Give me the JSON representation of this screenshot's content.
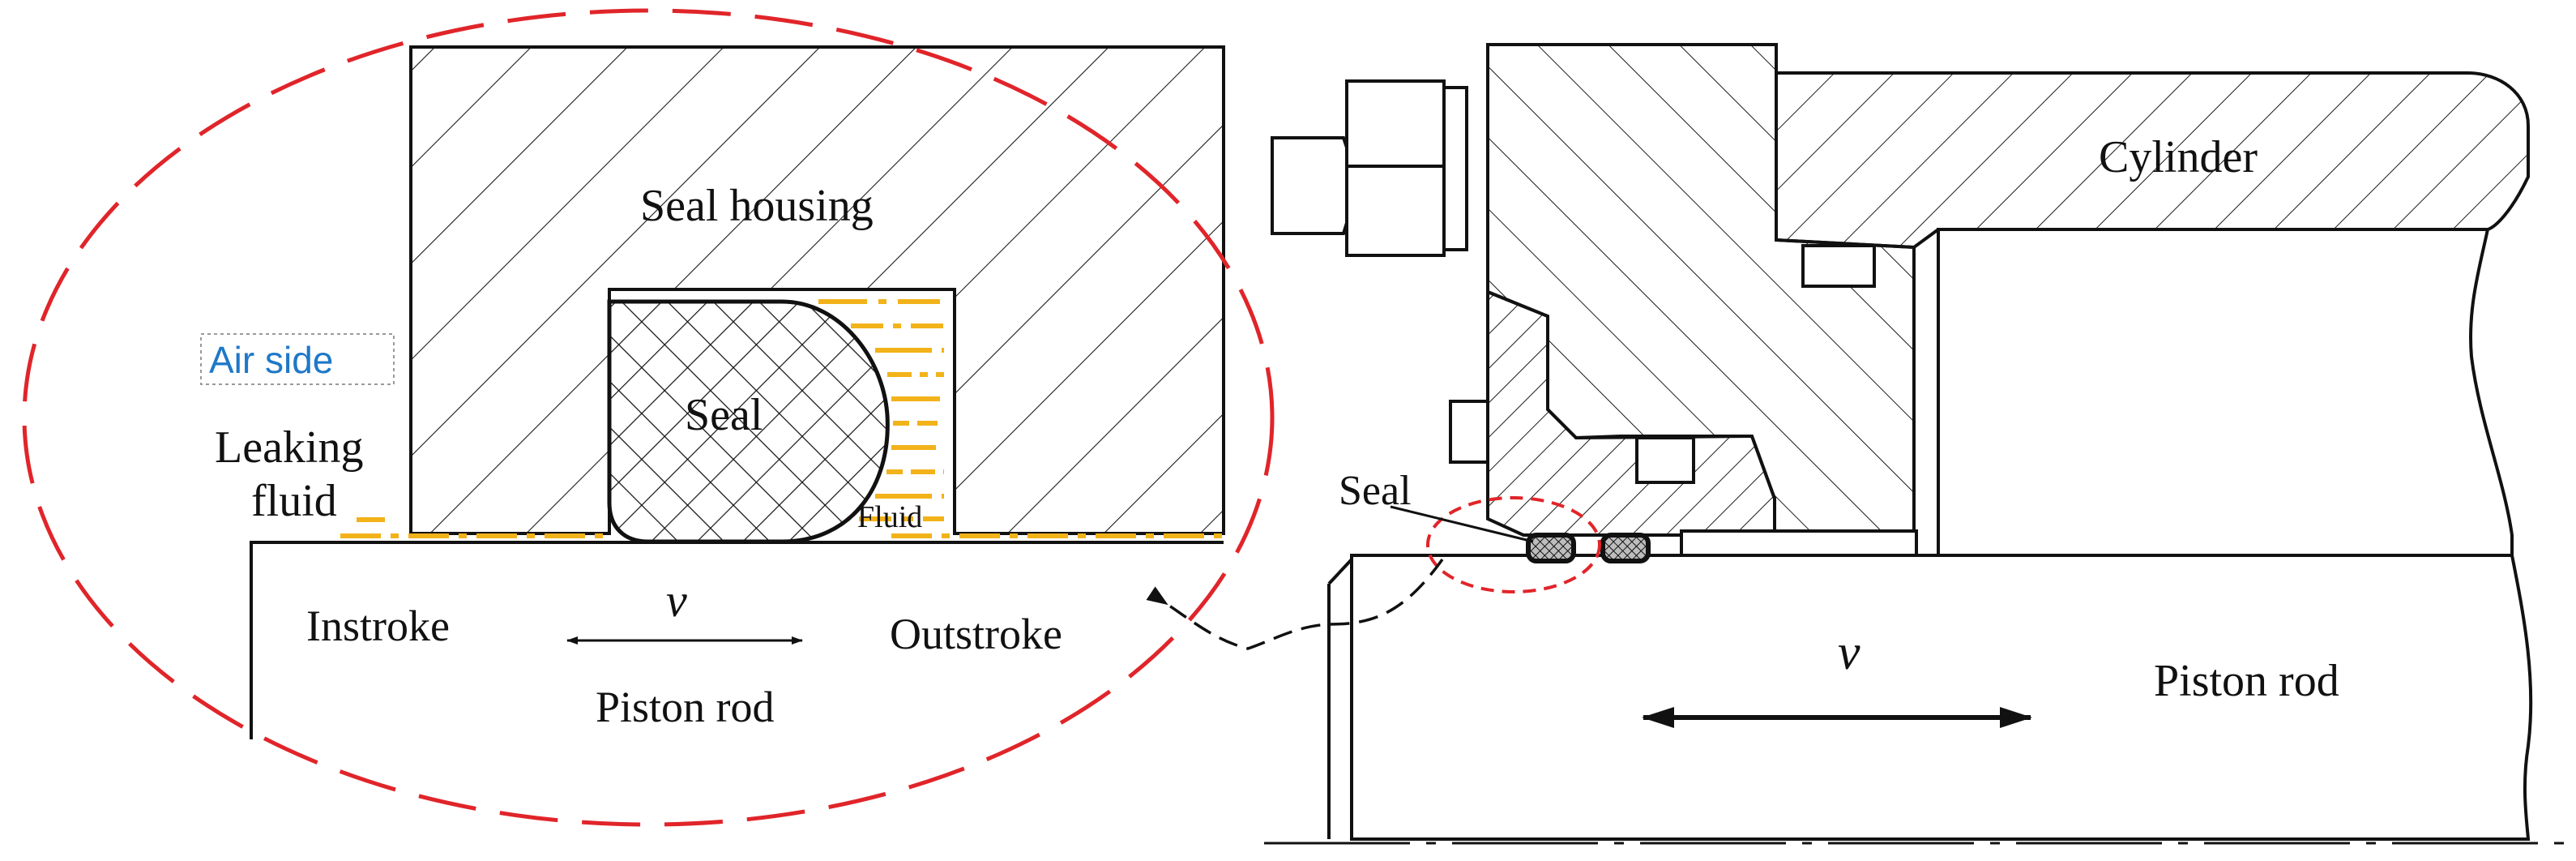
{
  "labels": {
    "seal_housing": "Seal housing",
    "air_side": "Air side",
    "leaking_fluid_line1": "Leaking",
    "leaking_fluid_line2": "fluid",
    "seal_detail": "Seal",
    "fluid": "Fluid",
    "instroke": "Instroke",
    "outstroke": "Outstroke",
    "velocity_detail": "v",
    "piston_rod_detail": "Piston rod",
    "cylinder": "Cylinder",
    "seal_callout": "Seal",
    "velocity_main": "v",
    "piston_rod_main": "Piston rod"
  },
  "colors": {
    "line": "#111111",
    "detail_outline": "#e0252a",
    "fluid": "#f2b21a",
    "air_side_text": "#1f78c8",
    "air_side_box": "#9a9a9a"
  }
}
